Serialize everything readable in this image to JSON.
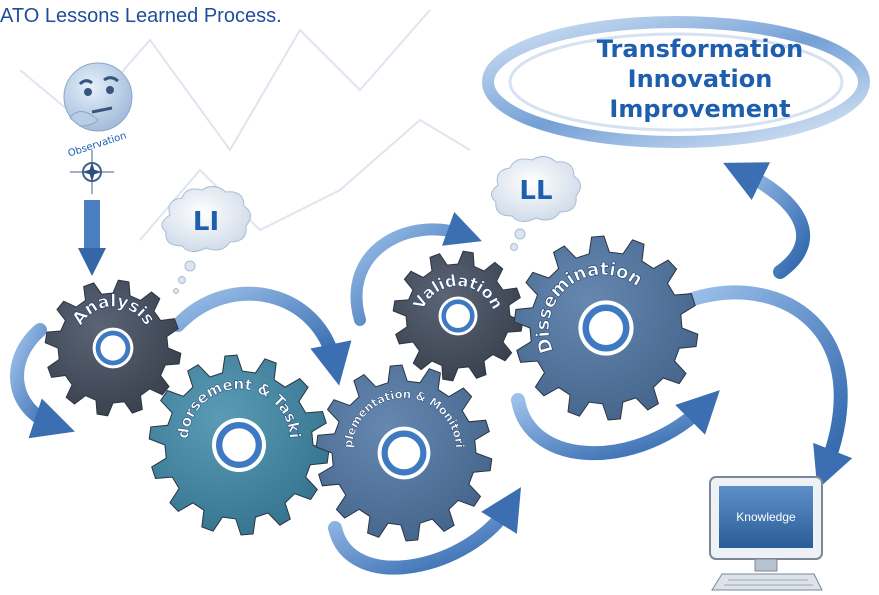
{
  "caption": "ATO Lessons Learned Process.",
  "outcomes": [
    "Transformation",
    "Innovation",
    "Improvement"
  ],
  "observation": "Observation",
  "bubbles": {
    "li": "LI",
    "ll": "LL"
  },
  "gears": {
    "analysis": "Analysis",
    "endorsement": "Endorsement & Tasking",
    "implementation": "Implementation & Monitoring",
    "validation": "Validation",
    "dissemination": "Dissemination"
  },
  "computer_screen": "Knowledge",
  "icons": [
    "thinking-face-icon",
    "compass-rose-icon",
    "thought-cloud-icon",
    "computer-icon"
  ],
  "colors": {
    "accent_blue": "#1d5fae",
    "arrow_blue": "#4f86c9",
    "gear_dark": "#434c5a",
    "gear_mid": "#4e6f96",
    "gear_teal": "#3c7e98"
  }
}
